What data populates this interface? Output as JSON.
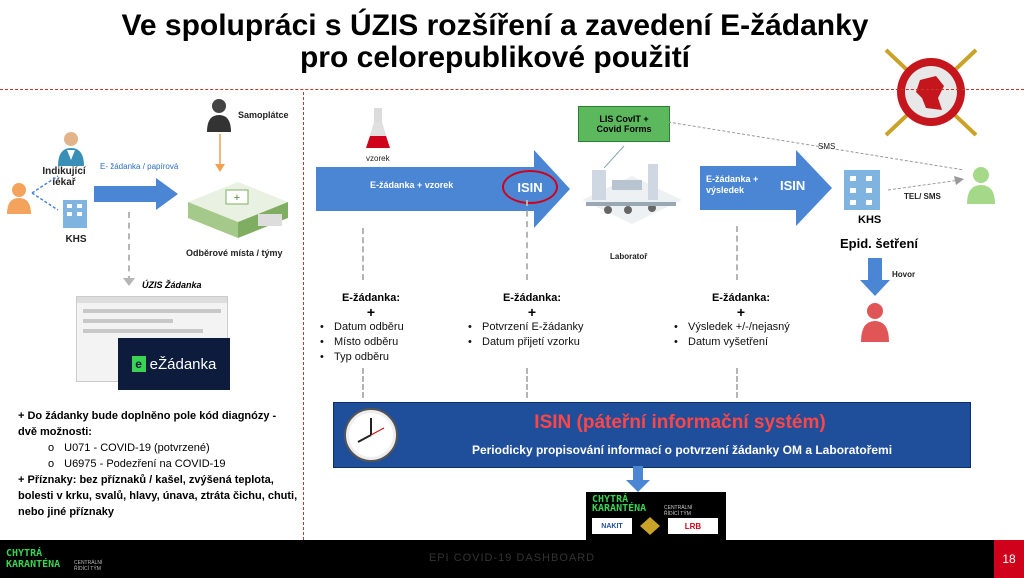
{
  "title": {
    "line1": "Ve spolupráci s ÚZIS rozšíření a zavedení E-žádanky",
    "line2": "pro celorepublikové použití"
  },
  "left": {
    "doctor_label": "Indikující lékař",
    "khs_label": "KHS",
    "self_payer_label": "Samoplátce",
    "arrow_label": "E- žádanka / papírová",
    "collection_label": "Odběrové místa / týmy",
    "uzis_label": "ÚZIS Žádanka",
    "ezadanka_logo": "eŽádanka",
    "notes": {
      "line1": "+ Do žádanky bude doplněno pole kód diagnózy - dvě možnosti:",
      "options": [
        "U071 - COVID-19 (potvrzené)",
        "U6975 - Podezření na COVID-19"
      ],
      "line2": "+ Příznaky: bez příznaků / kašel, zvýšená teplota, bolesti v krku, svalů, hlavy, únava, ztráta čichu, chuti, nebo jiné příznaky"
    }
  },
  "flow": {
    "sample_label": "vzorek",
    "arrow1_label": "E-žádanka + vzorek",
    "isin1": "ISIN",
    "lis_label": "LIS CovIT + Covid Forms",
    "lab_label": "Laboratoř",
    "arrow2_label": "E-žádanka + výsledek",
    "isin2": "ISIN",
    "sms_label": "SMS",
    "khs_label": "KHS",
    "tel_sms_label": "TEL/ SMS",
    "epid_label": "Epid. šetření",
    "hovor_label": "Hovor"
  },
  "columns": [
    {
      "title": "E-žádanka:",
      "plus": "+",
      "items": [
        "Datum odběru",
        "Místo odběru",
        "Typ odběru"
      ]
    },
    {
      "title": "E-žádanka:",
      "plus": "+",
      "items": [
        "Potvrzení E-žádanky",
        "Datum přijetí vzorku"
      ]
    },
    {
      "title": "E-žádanka:",
      "plus": "+",
      "items": [
        "Výsledek +/-/nejasný",
        "Datum vyšetření"
      ]
    }
  ],
  "isin_box": {
    "title": "ISIN (páteřní informační systém)",
    "subtitle": "Periodicky propisování informací o potvrzení žádanky OM a Laboratořemi"
  },
  "bottom_logo": {
    "line1": "CHYTRÁ",
    "line2": "KARANTÉNA",
    "side": "CENTRÁLNÍ ŘÍDÍCÍ TÝM",
    "nakit": "NAKIT",
    "lrb": "LRB"
  },
  "footer": {
    "logo_line1": "CHYTRÁ",
    "logo_line2": "KARANTÉNA",
    "logo_side": "CENTRÁLNÍ ŘÍDÍCÍ TÝM",
    "title": "EPI COVID-19 DASHBOARD",
    "page": "18"
  },
  "colors": {
    "accent_red": "#d0021b",
    "arrow_blue": "#4a86d4",
    "isin_navy": "#1f4e9a",
    "lis_green": "#5cb85c"
  }
}
